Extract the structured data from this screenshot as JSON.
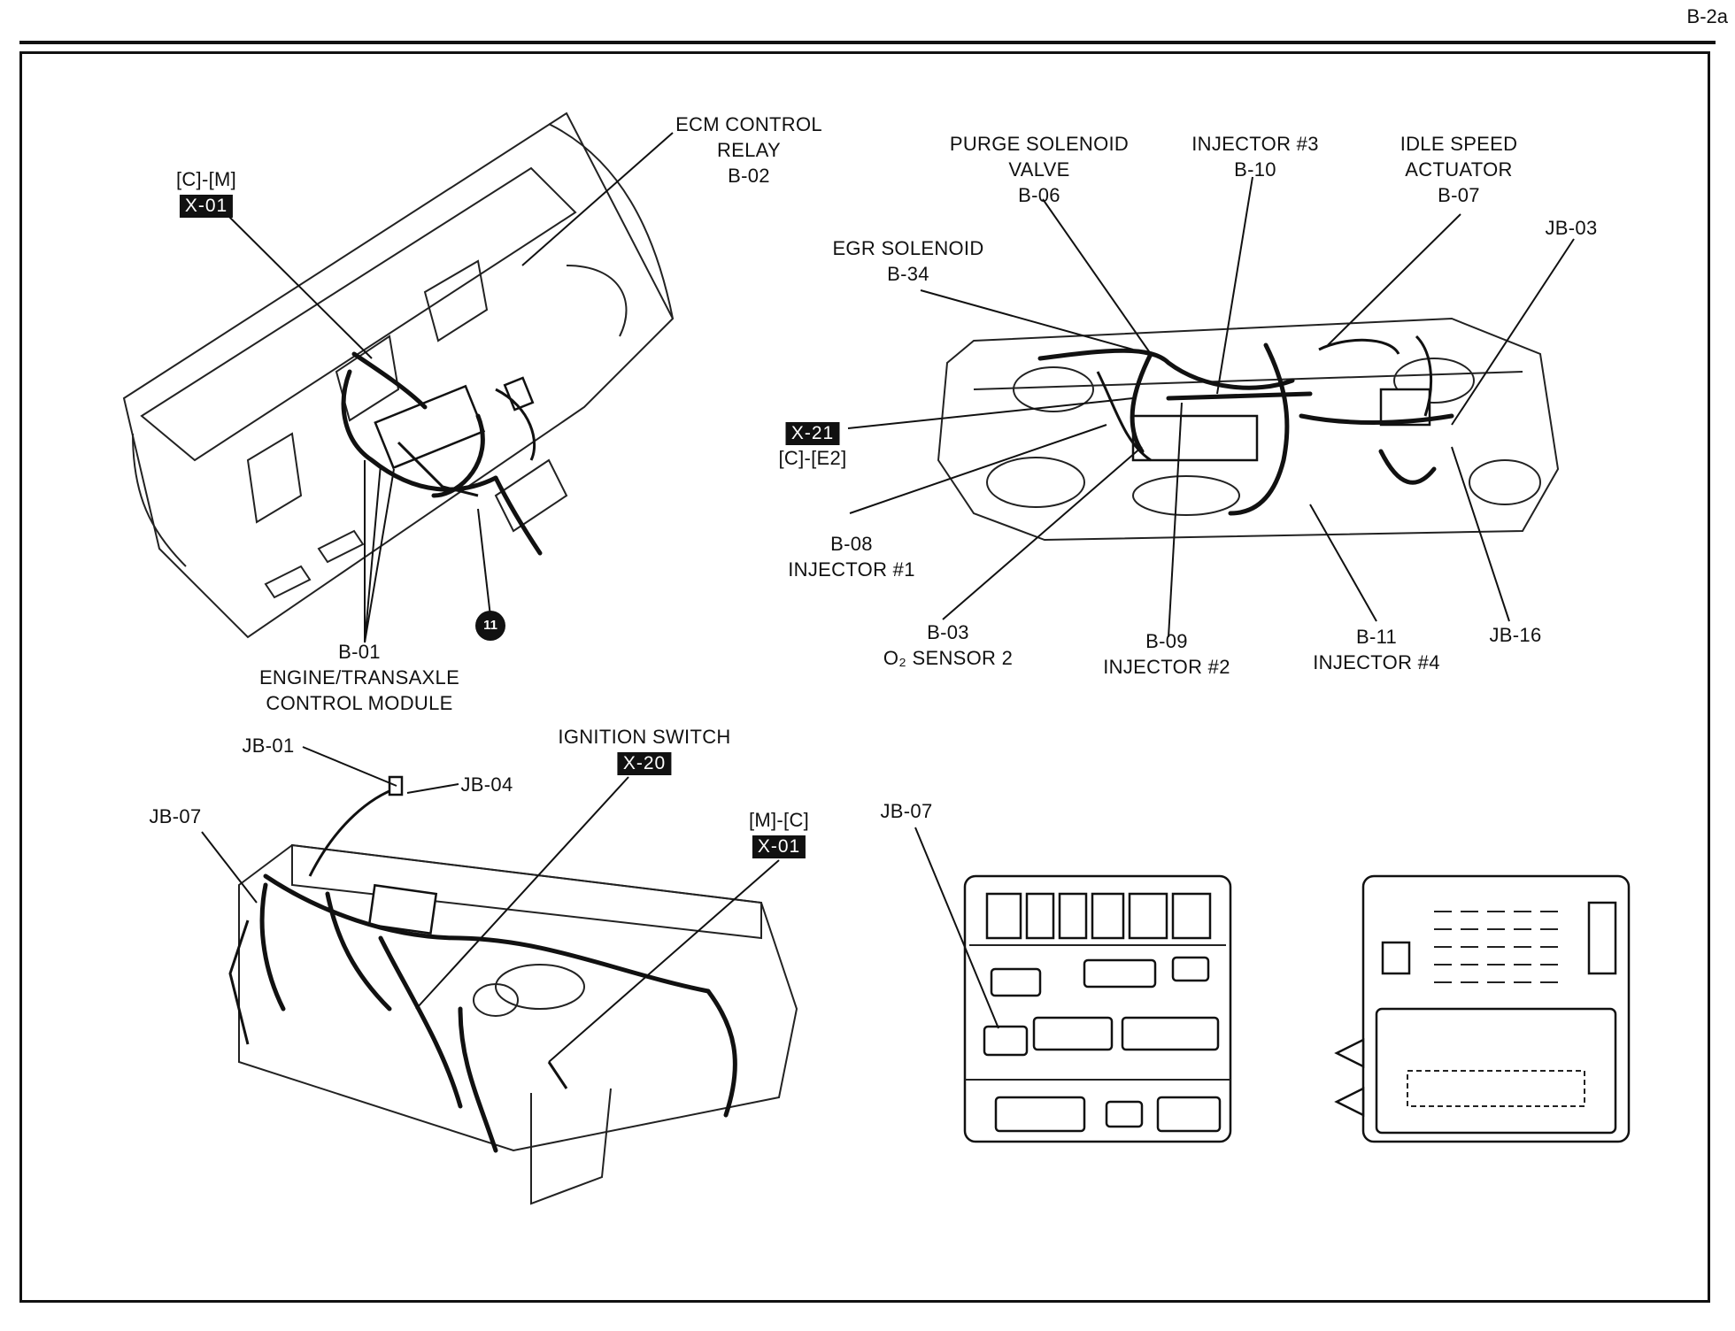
{
  "page_id": "B-2a",
  "ecm_view": {
    "label_cm": "[C]-[M]",
    "tag_x01": "X-01",
    "ecm_relay": {
      "line1": "ECM CONTROL",
      "line2": "RELAY",
      "code": "B-02"
    },
    "ecm_module": {
      "code": "B-01",
      "line1": "ENGINE/TRANSAXLE",
      "line2": "CONTROL MODULE"
    },
    "ground_marker": "11"
  },
  "engine_view": {
    "purge": {
      "line1": "PURGE SOLENOID",
      "line2": "VALVE",
      "code": "B-06"
    },
    "injector3": {
      "line1": "INJECTOR #3",
      "code": "B-10"
    },
    "idle": {
      "line1": "IDLE SPEED",
      "line2": "ACTUATOR",
      "code": "B-07"
    },
    "jb03": "JB-03",
    "egr": {
      "line1": "EGR SOLENOID",
      "code": "B-34"
    },
    "tag_x21": "X-21",
    "label_ce2": "[C]-[E2]",
    "injector1": {
      "code": "B-08",
      "line1": "INJECTOR #1"
    },
    "o2": {
      "code": "B-03",
      "line1": "O₂ SENSOR 2"
    },
    "injector2": {
      "code": "B-09",
      "line1": "INJECTOR #2"
    },
    "injector4": {
      "code": "B-11",
      "line1": "INJECTOR #4"
    },
    "jb16": "JB-16"
  },
  "dash_view": {
    "jb01": "JB-01",
    "jb04": "JB-04",
    "jb07": "JB-07",
    "ignition": {
      "line1": "IGNITION SWITCH",
      "tag": "X-20"
    },
    "mc": {
      "label": "[M]-[C]",
      "tag": "X-01"
    }
  },
  "junction_view": {
    "jb07": "JB-07"
  }
}
